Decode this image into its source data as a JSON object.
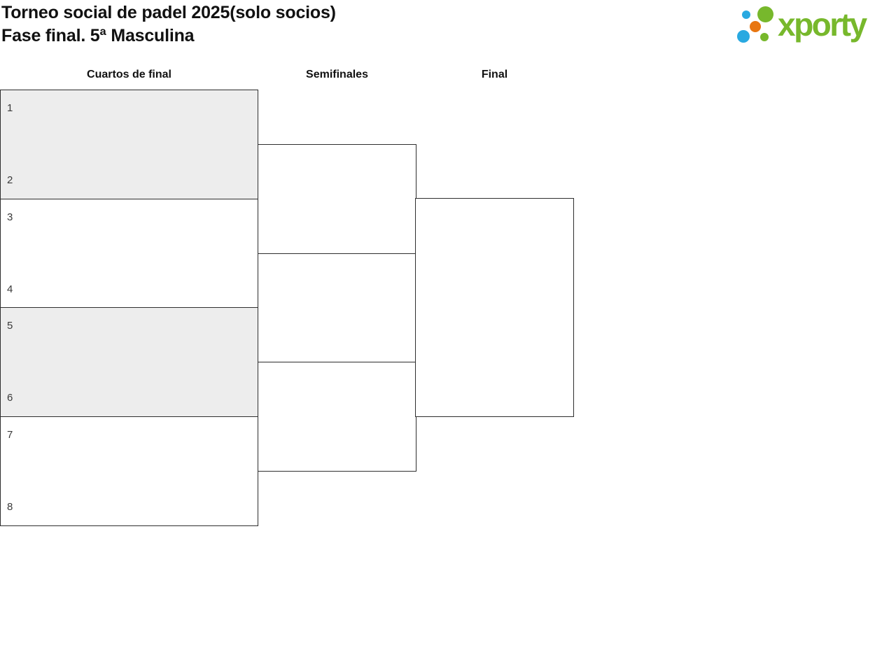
{
  "header": {
    "title_line1": "Torneo social de padel 2025(solo socios)",
    "title_line2": "Fase final. 5ª Masculina"
  },
  "logo": {
    "text": "xporty",
    "brand_colors": {
      "green": "#77b82c",
      "blue": "#29a9e1",
      "orange": "#e87611"
    }
  },
  "bracket": {
    "rounds": [
      {
        "label": "Cuartos de final"
      },
      {
        "label": "Semifinales"
      },
      {
        "label": "Final"
      }
    ],
    "seeds": [
      "1",
      "2",
      "3",
      "4",
      "5",
      "6",
      "7",
      "8"
    ],
    "colors": {
      "line": "#2e2e2e",
      "alt_match_fill": "#ededed"
    }
  }
}
